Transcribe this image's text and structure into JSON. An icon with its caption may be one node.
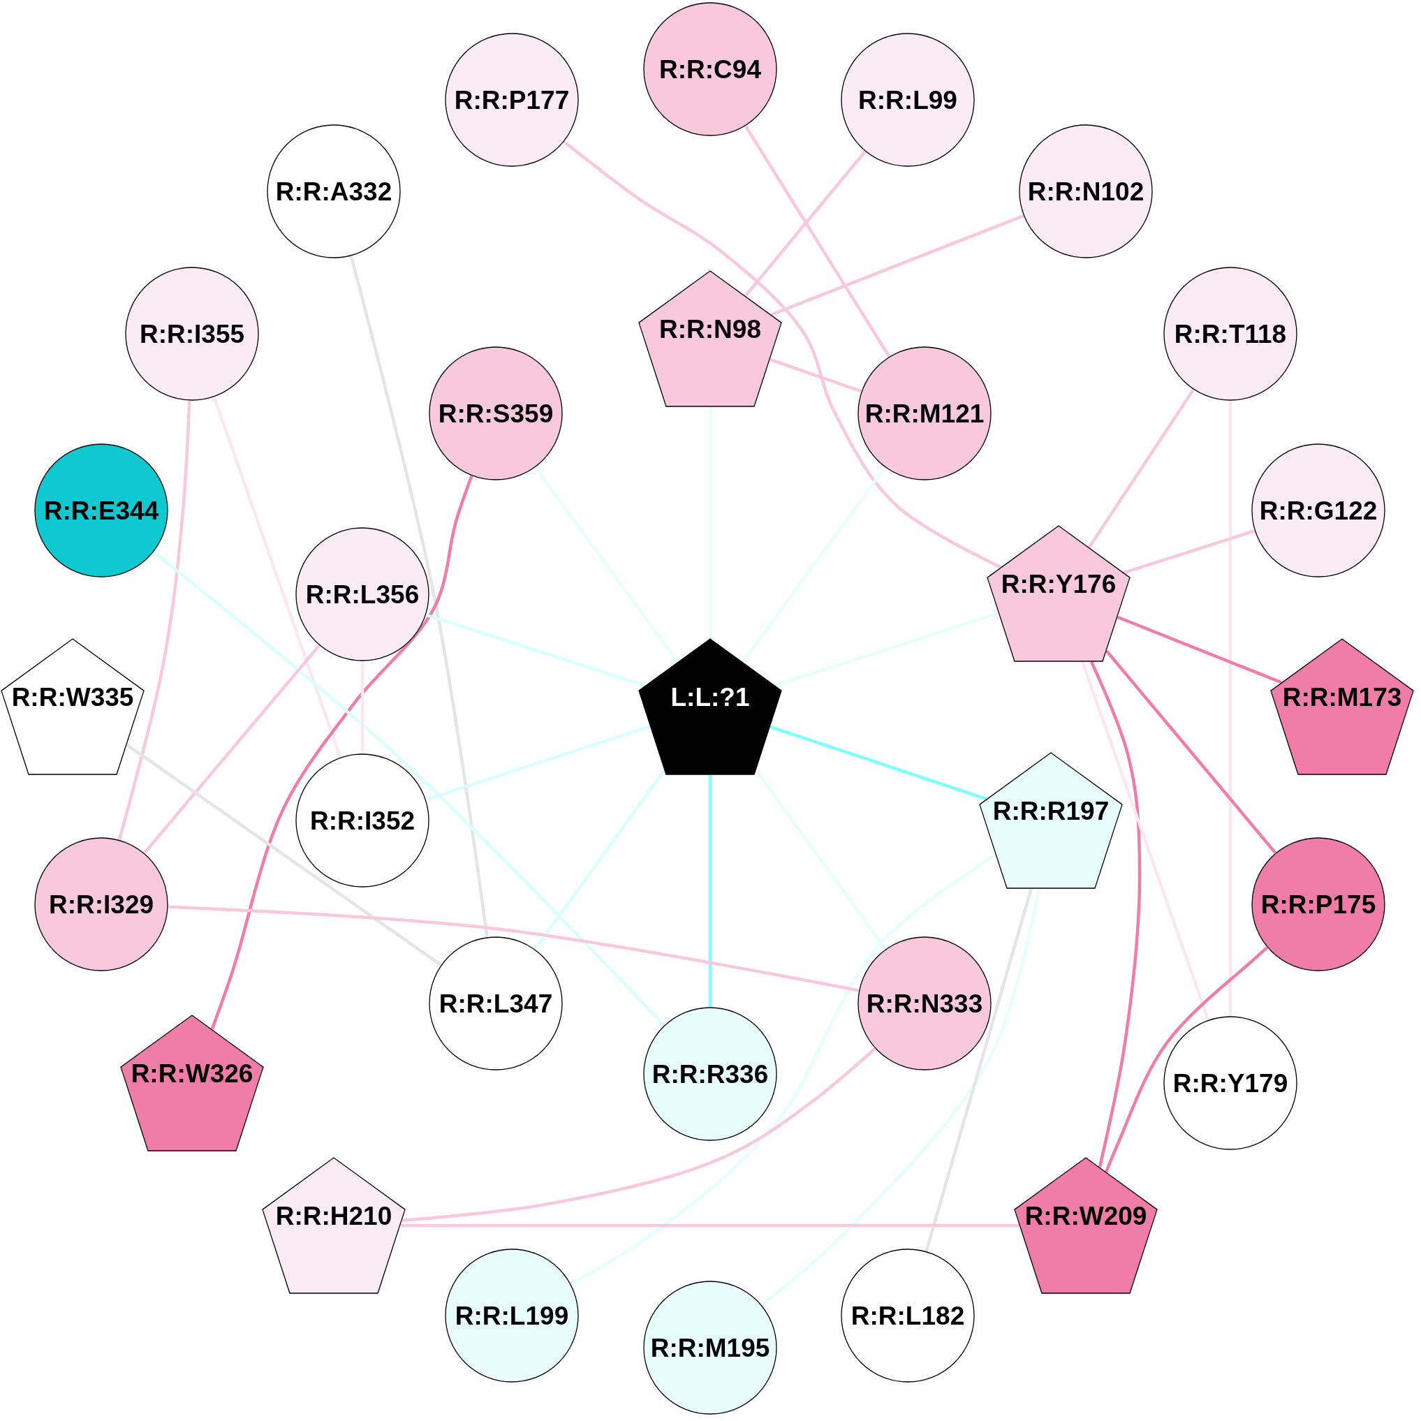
{
  "diagram": {
    "nodes": [
      {
        "text": [
          "R:R:C94"
        ]
      },
      {
        "text": [
          "R:R:P177"
        ]
      },
      {
        "text": [
          "R:R:L99"
        ]
      },
      {
        "text": [
          "R:R:A332"
        ]
      },
      {
        "text": [
          "R:R:N102"
        ]
      },
      {
        "text": [
          "R:R:I355"
        ]
      },
      {
        "text": [
          "R:R:T118"
        ]
      },
      {
        "text": [
          "R:R:N98"
        ]
      },
      {
        "text": [
          "R:R:S359"
        ]
      },
      {
        "text": [
          "R:R:M121"
        ]
      },
      {
        "text": [
          "R:R:E344"
        ]
      },
      {
        "text": [
          "R:R:G122"
        ]
      },
      {
        "text": [
          "R:R:L356"
        ]
      },
      {
        "text": [
          "R:R:Y176"
        ]
      },
      {
        "text": [
          "R:R:W335"
        ]
      },
      {
        "text": [
          "L:L:?1"
        ]
      },
      {
        "text": [
          "R:R:M173"
        ]
      },
      {
        "text": [
          "R:R:I352"
        ]
      },
      {
        "text": [
          "R:R:R197"
        ]
      },
      {
        "text": [
          "R:R:I329"
        ]
      },
      {
        "text": [
          "R:R:P175"
        ]
      },
      {
        "text": [
          "R:R:L347"
        ]
      },
      {
        "text": [
          "R:R:N333"
        ]
      },
      {
        "text": [
          "R:R:W326"
        ]
      },
      {
        "text": [
          "R:R:R336"
        ]
      },
      {
        "text": [
          "R:R:Y179"
        ]
      },
      {
        "text": [
          "R:R:H210"
        ]
      },
      {
        "text": [
          "R:R:W209"
        ]
      },
      {
        "text": [
          "R:R:L199"
        ]
      },
      {
        "text": [
          "R:R:M195"
        ]
      },
      {
        "text": [
          "R:R:L182"
        ]
      }
    ],
    "edges": [
      {
        "from": 7,
        "to": 2,
        "arrow": "none"
      },
      {
        "from": 7,
        "to": 4,
        "arrow": "none"
      },
      {
        "from": 7,
        "to": 9,
        "arrow": "none"
      },
      {
        "from": 0,
        "to": 9,
        "arrow": "none"
      },
      {
        "from": 1,
        "to": 13,
        "arrow": "none"
      },
      {
        "from": 3,
        "to": 21,
        "arrow": "none",
        "color": "#e5e5e5"
      },
      {
        "from": 5,
        "to": 19,
        "arrow": "none"
      },
      {
        "from": 5,
        "to": 17,
        "arrow": "none",
        "color": "#fbe7ef"
      },
      {
        "from": 8,
        "to": 23,
        "arrow": "none",
        "color": "#f07ca8"
      },
      {
        "from": 8,
        "to": 15,
        "arrow": "none",
        "color": "#e6fefe"
      },
      {
        "from": 7,
        "to": 15,
        "arrow": "none",
        "color": "#e6fefe"
      },
      {
        "from": 9,
        "to": 15,
        "arrow": "none",
        "color": "#e6fefe"
      },
      {
        "from": 10,
        "to": 24,
        "arrow": "none",
        "color": "#d9ffff"
      },
      {
        "from": 12,
        "to": 15,
        "arrow": "none",
        "color": "#d9ffff"
      },
      {
        "from": 12,
        "to": 19,
        "arrow": "none"
      },
      {
        "from": 12,
        "to": 17,
        "arrow": "none",
        "color": "#fbe7ef"
      },
      {
        "from": 6,
        "to": 13,
        "arrow": "none"
      },
      {
        "from": 6,
        "to": 25,
        "arrow": "none",
        "color": "#fbe7ef"
      },
      {
        "from": 11,
        "to": 13,
        "arrow": "none"
      },
      {
        "from": 13,
        "to": 15,
        "arrow": "none",
        "color": "#e6fefe"
      },
      {
        "from": 13,
        "to": 16,
        "arrow": "none",
        "color": "#f07ca8"
      },
      {
        "from": 13,
        "to": 20,
        "arrow": "none",
        "color": "#f07ca8"
      },
      {
        "from": 13,
        "to": 27,
        "arrow": "none",
        "color": "#f07ca8"
      },
      {
        "from": 13,
        "to": 25,
        "arrow": "none",
        "color": "#fbe7ef"
      },
      {
        "from": 14,
        "to": 21,
        "arrow": "none",
        "color": "#e5e5e5"
      },
      {
        "from": 15,
        "to": 17,
        "arrow": "none",
        "color": "#d9ffff"
      },
      {
        "from": 15,
        "to": 18,
        "arrow": "none",
        "color": "#80ffff"
      },
      {
        "from": 15,
        "to": 21,
        "arrow": "none",
        "color": "#d9ffff"
      },
      {
        "from": 15,
        "to": 24,
        "arrow": "none",
        "color": "#80ffff"
      },
      {
        "from": 15,
        "to": 22,
        "arrow": "none",
        "color": "#e6fefe"
      },
      {
        "from": 18,
        "to": 28,
        "arrow": "none",
        "color": "#e6fefe"
      },
      {
        "from": 18,
        "to": 29,
        "arrow": "none",
        "color": "#e6fefe"
      },
      {
        "from": 18,
        "to": 30,
        "arrow": "none",
        "color": "#e5e5e5"
      },
      {
        "from": 19,
        "to": 22,
        "arrow": "none"
      },
      {
        "from": 20,
        "to": 27,
        "arrow": "none",
        "color": "#f07ca8"
      },
      {
        "from": 22,
        "to": 26,
        "arrow": "none"
      },
      {
        "from": 26,
        "to": 27,
        "arrow": "none"
      }
    ]
  }
}
